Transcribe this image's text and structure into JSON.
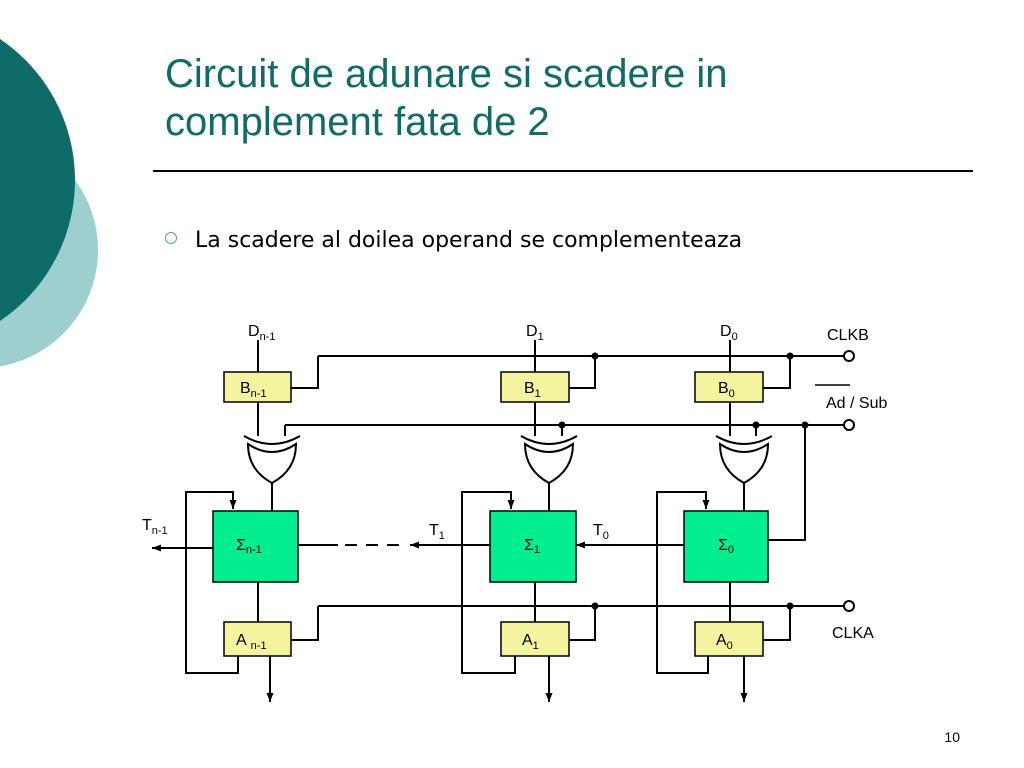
{
  "slide": {
    "title_line1": "Circuit de adunare si scadere in",
    "title_line2": "complement fata de 2",
    "bullet": "La scadere al doilea operand se complementeaza",
    "page_number": "10"
  },
  "diagram": {
    "inputs": {
      "d_high": {
        "base": "D",
        "sub": "n-1"
      },
      "d_mid": {
        "base": "D",
        "sub": "1"
      },
      "d_low": {
        "base": "D",
        "sub": "0"
      }
    },
    "signals": {
      "clkb": "CLKB",
      "adsub": "Ad / Sub",
      "clka": "CLKA"
    },
    "b_regs": {
      "high": {
        "base": "B",
        "sub": "n-1"
      },
      "mid": {
        "base": "B",
        "sub": "1"
      },
      "low": {
        "base": "B",
        "sub": "0"
      }
    },
    "adders": {
      "high": {
        "base": "Σ",
        "sub": "n-1"
      },
      "mid": {
        "base": "Σ",
        "sub": "1"
      },
      "low": {
        "base": "Σ",
        "sub": "0"
      }
    },
    "a_regs": {
      "high": {
        "base": "A",
        "sub": "n-1"
      },
      "mid": {
        "base": "A",
        "sub": "1"
      },
      "low": {
        "base": "A",
        "sub": "0"
      }
    },
    "carries": {
      "t_out": {
        "base": "T",
        "sub": "n-1"
      },
      "t1": {
        "base": "T",
        "sub": "1"
      },
      "t0": {
        "base": "T",
        "sub": "0"
      }
    }
  },
  "colors": {
    "title": "#0e6b68",
    "deco_dark": "#0e6b68",
    "deco_light": "#9ecfcf",
    "register_fill": "#f3f3a0",
    "adder_fill": "#00ee90"
  }
}
